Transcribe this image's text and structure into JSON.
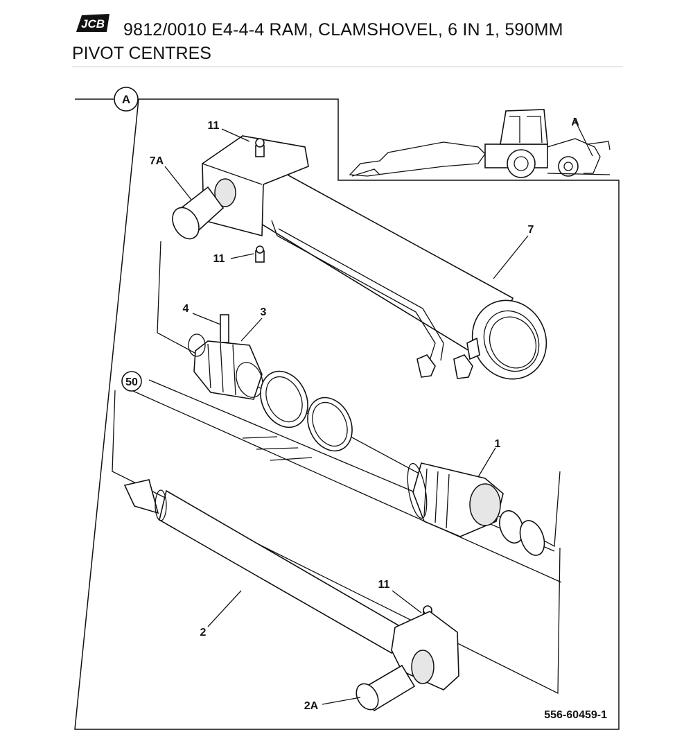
{
  "header": {
    "logo_text": "JCB",
    "title_line1": "9812/0010 E4-4-4 RAM, CLAMSHOVEL, 6 IN 1, 590MM",
    "title_line2": "PIVOT CENTRES"
  },
  "diagram": {
    "view_marker": "A",
    "inset_marker": "A",
    "reference_number": "556-60459-1",
    "callouts": {
      "c11_top": "11",
      "c7A": "7A",
      "c11_mid": "11",
      "c7": "7",
      "c4": "4",
      "c3": "3",
      "c50": "50",
      "c1": "1",
      "c11_bottom": "11",
      "c2": "2",
      "c2A": "2A"
    }
  }
}
